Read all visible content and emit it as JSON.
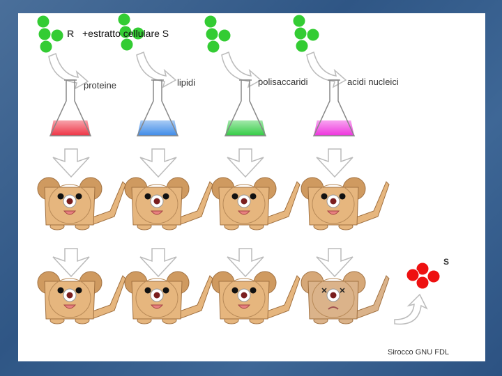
{
  "strain_r_label": "R",
  "title": "+estratto cellulare S",
  "substances": [
    {
      "label": "proteine",
      "color": "#ee3344"
    },
    {
      "label": "lipidi",
      "color": "#3f8be8"
    },
    {
      "label": "polisaccaridi",
      "color": "#33cc44"
    },
    {
      "label": "acidi nucleici",
      "color": "#ee33dd"
    }
  ],
  "outcomes": [
    "alive",
    "alive",
    "alive",
    "dead"
  ],
  "strain_s_label": "S",
  "credit": "Sirocco GNU FDL",
  "colors": {
    "bacteria_r": "#33cc33",
    "bacteria_s": "#ee1111",
    "mouse_ear": "#cf9a60",
    "mouse_body": "#e6b67e",
    "mouse_outline": "#a07040",
    "dead_mouse_body": "#dbb38a",
    "arrow_fill": "#ffffff",
    "arrow_stroke": "#bbbbbb"
  }
}
